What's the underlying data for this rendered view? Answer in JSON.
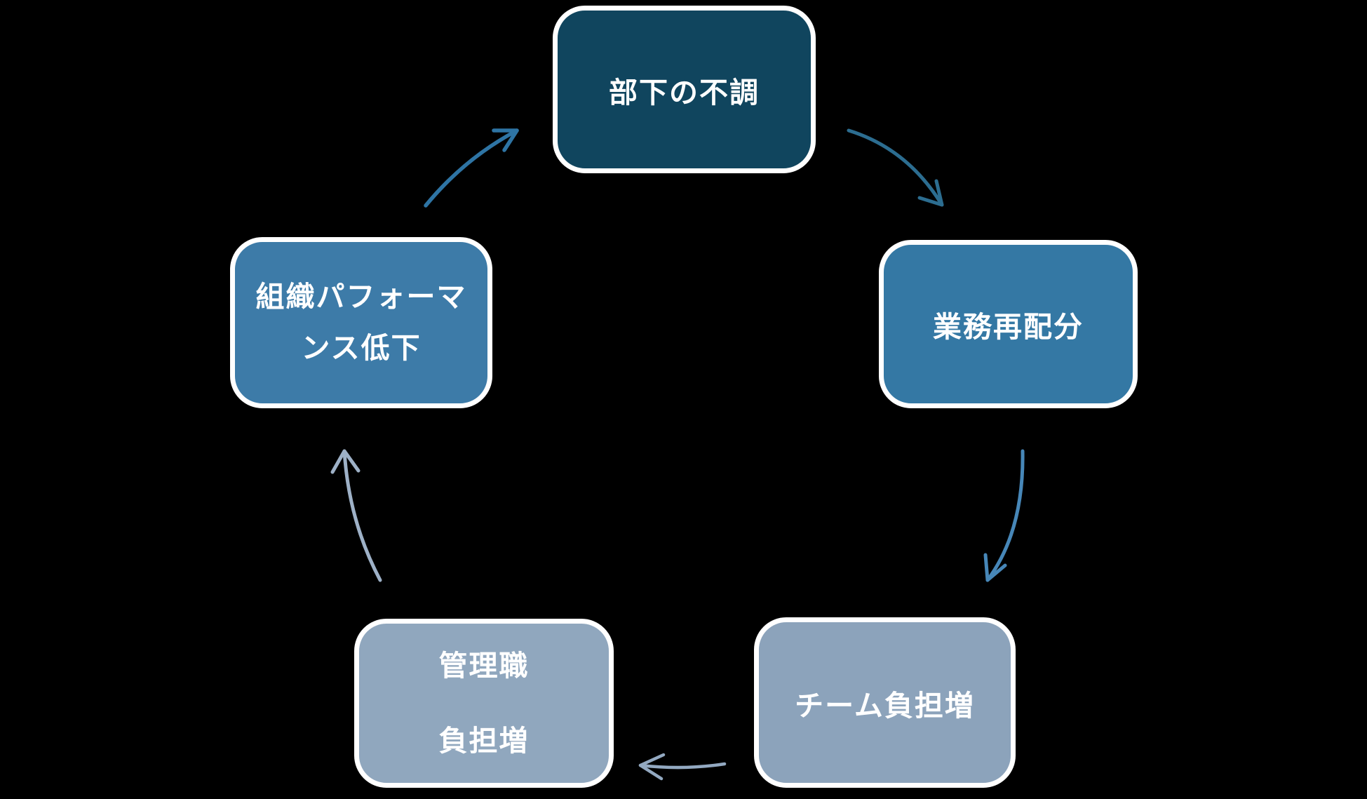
{
  "diagram": {
    "background": "#000000",
    "border_color": "#ffffff",
    "text_color": "#ffffff",
    "nodes": [
      {
        "id": "subordinate-decline",
        "label": "部下の不調",
        "lines": [
          "部下の不調"
        ],
        "color": "#10455E"
      },
      {
        "id": "work-redistribution",
        "label": "業務再配分",
        "lines": [
          "業務再配分"
        ],
        "color": "#3478A4"
      },
      {
        "id": "team-burden-increase",
        "label": "チーム負担増",
        "lines": [
          "チーム負担増"
        ],
        "color": "#8CA3BB"
      },
      {
        "id": "manager-burden-increase",
        "label": "管理職 負担増",
        "lines": [
          "管理職",
          "負担増"
        ],
        "color": "#90A7BE"
      },
      {
        "id": "org-performance-decline",
        "label": "組織パフォーマンス低下",
        "lines": [
          "組織パフォーマ",
          "ンス低下"
        ],
        "color": "#3D7BA8"
      }
    ],
    "arrows": [
      {
        "id": "top-to-right",
        "color": "#2C6D90",
        "width": "5"
      },
      {
        "id": "right-to-bottom-right",
        "color": "#4787B8",
        "width": "5"
      },
      {
        "id": "bottom-right-to-bottom-left",
        "color": "#93A9C1",
        "width": "4.5"
      },
      {
        "id": "bottom-left-to-left",
        "color": "#9EB1C7",
        "width": "5"
      },
      {
        "id": "left-to-top",
        "color": "#2E74A4",
        "width": "5.5"
      }
    ]
  }
}
